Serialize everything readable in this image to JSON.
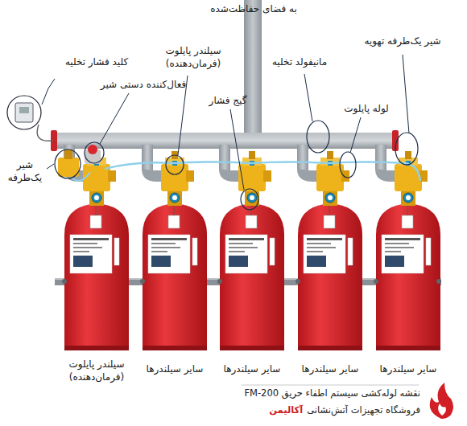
{
  "diagram": {
    "caption": "نقشه لوله‌کشی سیستم اطفاء حریق FM-200",
    "labels": [
      "به فضای حفاظت‌شده",
      "کلید فشار تخلیه",
      "سیلندر پایلوت (فرمان‌دهنده)",
      "مانیفولد تخلیه",
      "شیر یک‌طرفه تهویه",
      "فعال‌کننده دستی شیر",
      "گیج فشار",
      "لوله پایلوت",
      "شیر یک‌طرفه",
      "سیلندر پایلوت (فرمان‌دهنده)",
      "سایر سیلندرها",
      "سایر سیلندرها",
      "سایر سیلندرها",
      "سایر سیلندرها",
      "فروشگاه تجهیزات آتش‌نشانی",
      "آکالیمن"
    ]
  }
}
